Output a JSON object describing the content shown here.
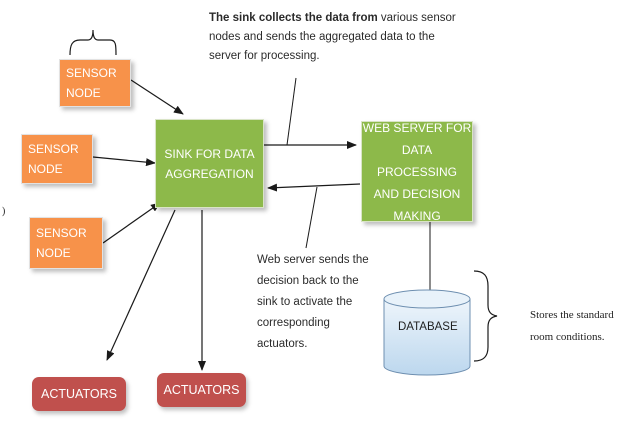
{
  "sensors": [
    {
      "line1": "SENSOR",
      "line2": "NODE"
    },
    {
      "line1": "SENSOR",
      "line2": "NODE"
    },
    {
      "line1": "SENSOR",
      "line2": "NODE"
    }
  ],
  "sink": {
    "line1": "SINK FOR DATA",
    "line2": "AGGREGATION"
  },
  "server": {
    "line1": "WEB SERVER FOR",
    "line2": "DATA PROCESSING",
    "line3": "AND DECISION",
    "line4": "MAKING"
  },
  "database": {
    "label": "DATABASE"
  },
  "actuators": [
    {
      "label": "ACTUATORS"
    },
    {
      "label": "ACTUATORS"
    }
  ],
  "notes": {
    "sink_note_bold": "The sink collects the data from",
    "sink_note_rest": " various sensor",
    "sink_note_line2": "nodes and sends the aggregated data to the",
    "sink_note_line3": "server for processing.",
    "server_note_line1": "Web server sends the",
    "server_note_line2": "decision back to the",
    "server_note_line3": "sink to activate the",
    "server_note_line4": "corresponding",
    "server_note_line5": "actuators.",
    "db_note_line1": "Stores the standard",
    "db_note_line2": "room conditions.",
    "stray_mark": ")"
  },
  "colors": {
    "sensor": "#f7924a",
    "sink_server": "#8db94a",
    "actuator": "#c0504d",
    "database": "#dbe9f5"
  }
}
